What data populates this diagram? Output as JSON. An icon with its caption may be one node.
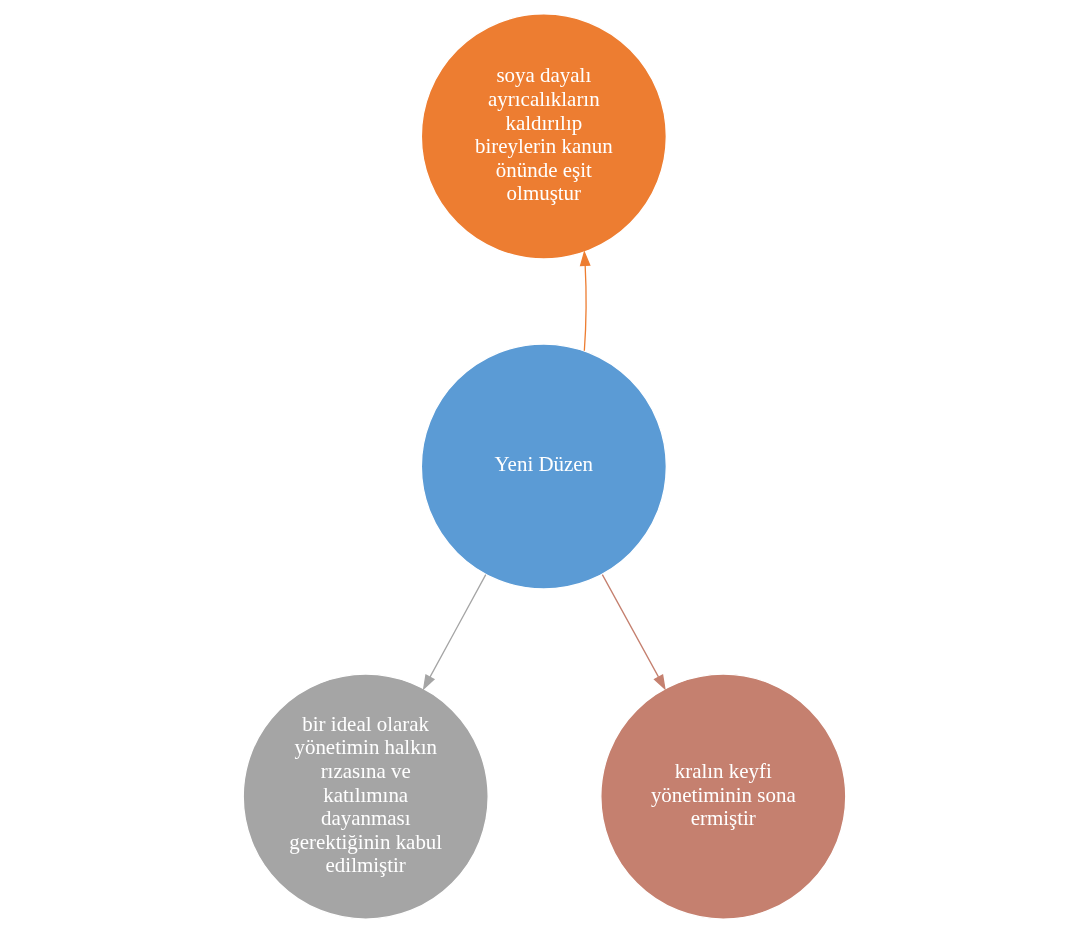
{
  "diagram": {
    "nodes": [
      {
        "text": [
          "Yeni Düzen"
        ]
      },
      {
        "text": [
          "soya dayalı ayrıcalıkların kaldırılıp bireylerin kanun önünde eşit olmuştur"
        ]
      },
      {
        "text": [
          "bir ideal olarak yönetimin halkın rızasına ve katılımına dayanması gerektiğinin kabul edilmiştir"
        ]
      },
      {
        "text": [
          "kralın keyfi yönetiminin sona ermiştir"
        ]
      }
    ],
    "edges": [
      {
        "from": 0,
        "to": 1,
        "arrow": "to",
        "color": "#ed7d31"
      },
      {
        "from": 0,
        "to": 2,
        "arrow": "to",
        "color": "#a5a5a5"
      },
      {
        "from": 0,
        "to": 3,
        "arrow": "to",
        "color": "#c5806f"
      }
    ]
  }
}
